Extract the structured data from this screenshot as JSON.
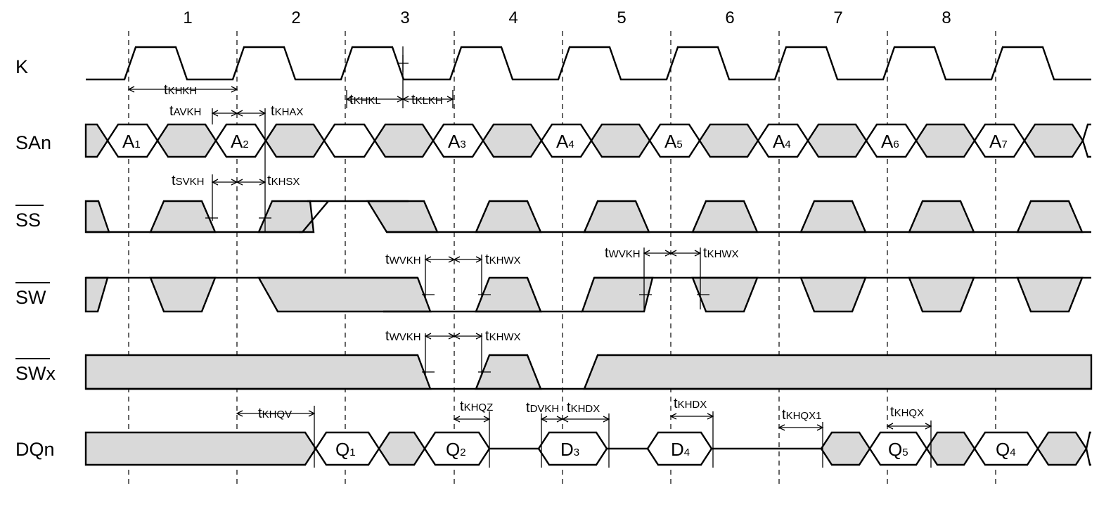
{
  "cycles": [
    "1",
    "2",
    "3",
    "4",
    "5",
    "6",
    "7",
    "8"
  ],
  "signals": {
    "k": "K",
    "san": "SAn",
    "ss": "SS",
    "sw": "SW",
    "swx": "SWx",
    "dqn": "DQn"
  },
  "address_values": [
    {
      "main": "A",
      "sub": "1"
    },
    {
      "main": "A",
      "sub": "2"
    },
    {
      "main": "A",
      "sub": "3"
    },
    {
      "main": "A",
      "sub": "4"
    },
    {
      "main": "A",
      "sub": "5"
    },
    {
      "main": "A",
      "sub": "4"
    },
    {
      "main": "A",
      "sub": "6"
    },
    {
      "main": "A",
      "sub": "7"
    }
  ],
  "data_values": [
    {
      "main": "Q",
      "sub": "1"
    },
    {
      "main": "Q",
      "sub": "2"
    },
    {
      "main": "D",
      "sub": "3"
    },
    {
      "main": "D",
      "sub": "4"
    },
    {
      "main": "Q",
      "sub": "5"
    },
    {
      "main": "Q",
      "sub": "4"
    }
  ],
  "timings": {
    "khkh": {
      "main": "t",
      "sub": "KHKH"
    },
    "khkl": {
      "main": "t",
      "sub": "KHKL"
    },
    "klkh": {
      "main": "t",
      "sub": "KLKH"
    },
    "avkh": {
      "main": "t",
      "sub": "AVKH"
    },
    "khax": {
      "main": "t",
      "sub": "KHAX"
    },
    "svkh": {
      "main": "t",
      "sub": "SVKH"
    },
    "khsx": {
      "main": "t",
      "sub": "KHSX"
    },
    "wvkh_1": {
      "main": "t",
      "sub": "WVKH"
    },
    "khwx_1": {
      "main": "t",
      "sub": "KHWX"
    },
    "wvkh_2": {
      "main": "t",
      "sub": "WVKH"
    },
    "khwx_2": {
      "main": "t",
      "sub": "KHWX"
    },
    "wvkh_3": {
      "main": "t",
      "sub": "WVKH"
    },
    "khwx_3": {
      "main": "t",
      "sub": "KHWX"
    },
    "khqv": {
      "main": "t",
      "sub": "KHQV"
    },
    "khqz": {
      "main": "t",
      "sub": "KHQZ"
    },
    "dvkh": {
      "main": "t",
      "sub": "DVKH"
    },
    "khdx_1": {
      "main": "t",
      "sub": "KHDX"
    },
    "khdx_2": {
      "main": "t",
      "sub": "KHDX"
    },
    "khqx1": {
      "main": "t",
      "sub": "KHQX1"
    },
    "khqx": {
      "main": "t",
      "sub": "KHQX"
    }
  },
  "colors": {
    "shade": "#d9d9d9",
    "line": "#000000",
    "background": "#ffffff"
  }
}
